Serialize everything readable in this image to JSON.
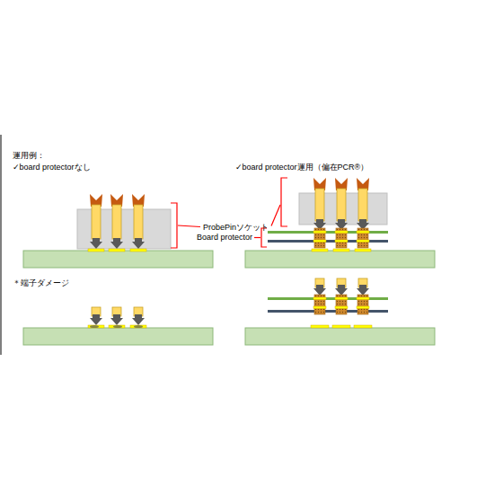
{
  "diagram": {
    "title": "運用例：",
    "labels": [
      "✓board protectorなし",
      "✓board protector運用（偏在PCR®）",
      "ProbePinソケット",
      "Board protector",
      "＊端子ダメージ"
    ]
  }
}
